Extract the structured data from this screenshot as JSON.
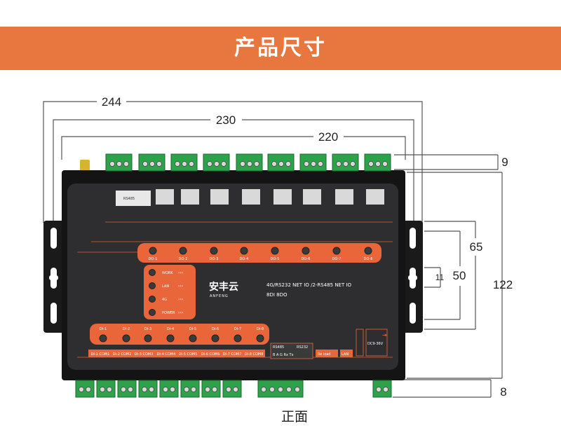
{
  "header": {
    "title": "产品尺寸"
  },
  "dimensions": {
    "width_outer": "244",
    "width_mid": "230",
    "width_inner": "220",
    "terminal_height": "9",
    "bracket_span": "65",
    "bracket_slot_small": "11",
    "bracket_slot": "50",
    "height_total": "122",
    "bottom_terminal": "8"
  },
  "device": {
    "brand": "安丰云",
    "brand_latin": "ANFENG",
    "model_line1": "4G/RS232 NET IO  /2-RS485 NET IO",
    "model_line2": "8DI 8DO",
    "do_labels": [
      "DO-1",
      "DO-2",
      "DO-3",
      "DO-4",
      "DO-5",
      "DO-6",
      "DO-7",
      "DO-8"
    ],
    "di_labels": [
      "DI-1",
      "DI-2",
      "DI-3",
      "DI-4",
      "DI-5",
      "DI-6",
      "DI-7",
      "DI-8"
    ],
    "com_labels": [
      "DI-1 COM1",
      "DI-2 COM2",
      "DI-3 COM3",
      "DI-4 COM4",
      "DI-5 COM5",
      "DI-6 COM6",
      "DI-7 COM7",
      "DI-8 COM8"
    ],
    "status_labels": [
      "WORK",
      "LAN",
      "4G",
      "POWER"
    ],
    "rs485": "RS485",
    "rs232": "RS232",
    "port_pins": "B  A  G  Rx  Tx",
    "re_load": "Re load",
    "lan": "LAN",
    "dc": "DC9-36V",
    "rs485_top": "RS485"
  },
  "caption": "正面"
}
